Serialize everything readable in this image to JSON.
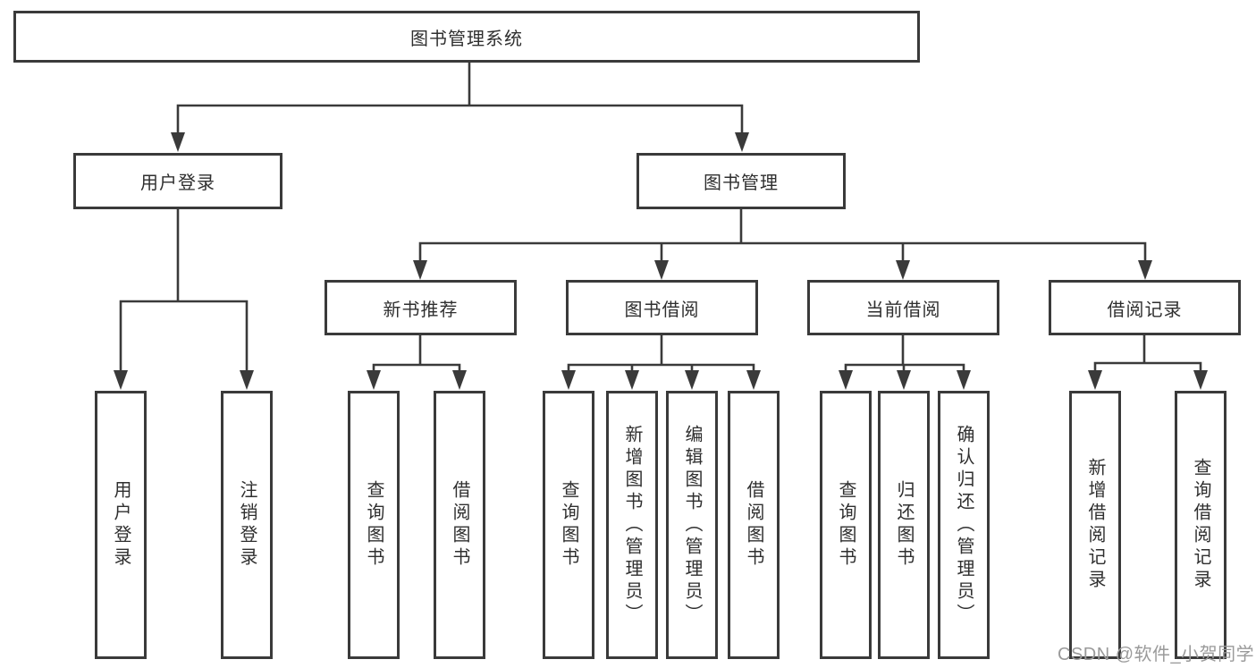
{
  "diagram_title": "图书管理系统",
  "tree": {
    "root": {
      "label": "图书管理系统"
    },
    "children": [
      {
        "label": "用户登录",
        "children": [
          "用户登录",
          "注销登录"
        ]
      },
      {
        "label": "图书管理",
        "children": [
          {
            "label": "新书推荐",
            "children": [
              "查询图书",
              "借阅图书"
            ]
          },
          {
            "label": "图书借阅",
            "children": [
              "查询图书",
              "新增图书（管理员）",
              "编辑图书（管理员）",
              "借阅图书"
            ]
          },
          {
            "label": "当前借阅",
            "children": [
              "查询图书",
              "归还图书",
              "确认归还（管理员）"
            ]
          },
          {
            "label": "借阅记录",
            "children": [
              "新增借阅记录",
              "查询借阅记录"
            ]
          }
        ]
      }
    ]
  },
  "watermark": "CSDN @软件_小贺同学",
  "colors": {
    "line": "#3a3a3a",
    "text": "#2f2f2f",
    "watermark": "#9a9a9a",
    "background": "#ffffff"
  }
}
